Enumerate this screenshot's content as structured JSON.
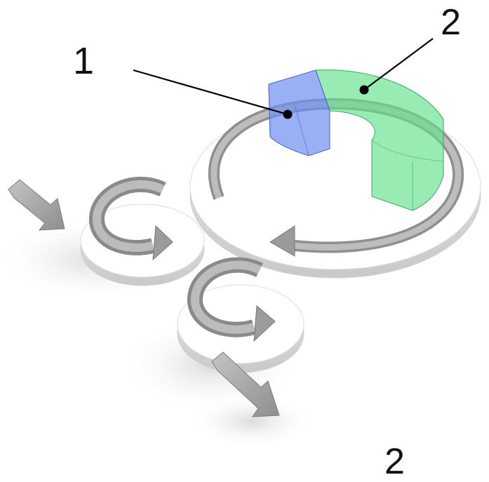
{
  "diagram": {
    "callouts": [
      {
        "text": "1",
        "target": "blue-segment"
      },
      {
        "text": "2",
        "target": "green-segment"
      }
    ],
    "footer_label": "2",
    "colors": {
      "blue_segment": "#6f8ff0",
      "green_segment": "#5fe08a",
      "arrow_gray": "#9a9a9a",
      "disc": "#ffffff",
      "leader_line": "#000000"
    },
    "icons": [
      "flow-arrow-icon",
      "circular-arrow-icon",
      "rotor-disc"
    ]
  }
}
